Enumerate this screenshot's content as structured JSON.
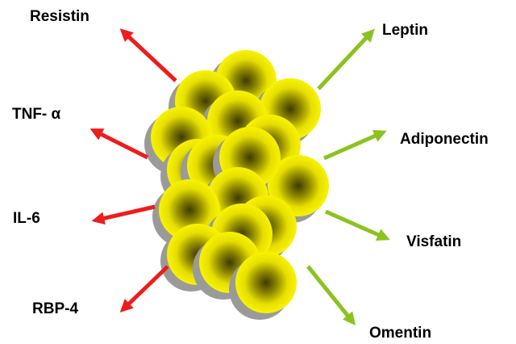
{
  "colors": {
    "proinflammatory_arrow": "#ee1c1c",
    "antiinflammatory_arrow": "#8cc21f",
    "cell_fill": "#f5f000",
    "cell_core": "#3e3a00",
    "cell_shadow": "#9a9a9a"
  },
  "labels": {
    "resistin": "Resistin",
    "tnf": "TNF- α",
    "il6": "IL-6",
    "rbp4": "RBP-4",
    "leptin": "Leptin",
    "adiponectin": "Adiponectin",
    "visfatin": "Visfatin",
    "omentin": "Omentin"
  }
}
